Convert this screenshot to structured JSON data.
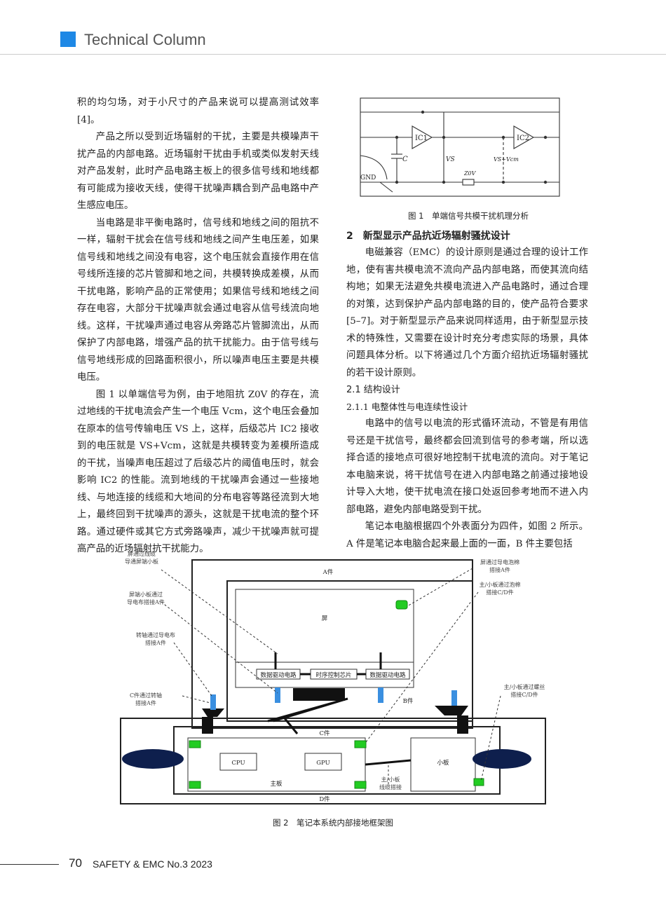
{
  "header": {
    "title": "Technical Column"
  },
  "left_column": {
    "p1": "积的均匀场，对于小尺寸的产品来说可以提高测试效率 [4]。",
    "p2": "产品之所以受到近场辐射的干扰，主要是共模噪声干扰产品的内部电路。近场辐射干扰由手机或类似发射天线对产品发射，此时产品电路主板上的很多信号线和地线都有可能成为接收天线，使得干扰噪声耦合到产品电路中产生感应电压。",
    "p3": "当电路是非平衡电路时，信号线和地线之间的阻抗不一样，辐射干扰会在信号线和地线之间产生电压差，如果信号线和地线之间没有电容，这个电压就会直接作用在信号线所连接的芯片管脚和地之间，共模转换成差模，从而干扰电路，影响产品的正常使用；如果信号线和地线之间存在电容，大部分干扰噪声就会通过电容从信号线流向地线。这样，干扰噪声通过电容从旁路芯片管脚流出，从而保护了内部电路，增强产品的抗干扰能力。由于信号线与信号地线形成的回路面积很小，所以噪声电压主要是共模电压。",
    "p4": "图 1 以单端信号为例，由于地阻抗 Z0V 的存在，流过地线的干扰电流会产生一个电压 Vcm，这个电压会叠加在原本的信号传输电压 VS 上，这样，后级芯片 IC2 接收到的电压就是 VS+Vcm，这就是共模转变为差模所造成的干扰，当噪声电压超过了后级芯片的阈值电压时，就会影响 IC2 的性能。流到地线的干扰噪声会通过一些接地线、与地连接的线缆和大地间的分布电容等路径流到大地上，最终回到干扰噪声的源头，这就是干扰电流的整个环路。通过硬件或其它方式旁路噪声，减少干扰噪声就可提高产品的近场辐射抗干扰能力。"
  },
  "right_column": {
    "section_heading": "2　新型显示产品抗近场辐射骚扰设计",
    "p1": "电磁兼容（EMC）的设计原则是通过合理的设计工作地，使有害共模电流不流向产品内部电路，而使其流向结构地；如果无法避免共模电流进入产品电路时，通过合理的对策，达到保护产品内部电路的目的，使产品符合要求 [5–7]。对于新型显示产品来说同样适用，由于新型显示技术的特殊性，又需要在设计时充分考虑实际的场景，具体问题具体分析。以下将通过几个方面介绍抗近场辐射骚扰的若干设计原则。",
    "sub_heading": "2.1  结构设计",
    "sub_sub_heading": "2.1.1  电整体性与电连续性设计",
    "p2": "电路中的信号以电流的形式循环流动，不管是有用信号还是干扰信号，最终都会回流到信号的参考端，所以选择合适的接地点可很好地控制干扰电流的流向。对于笔记本电脑来说，将干扰信号在进入内部电路之前通过接地设计导入大地，使干扰电流在接口处返回参考地而不进入内部电路，避免内部电路受到干扰。",
    "p3": "笔记本电脑根据四个外表面分为四件，如图 2 所示。A 件是笔记本电脑合起来最上面的一面，B 件主要包括"
  },
  "figure1": {
    "caption": "图 1　单端信号共模干扰机理分析",
    "labels": {
      "ic1": "IC1",
      "ic2": "IC2",
      "c": "C",
      "vs": "VS",
      "vsvcm": "VS+Vcm",
      "z0v": "Z0V",
      "gnd": "GND"
    }
  },
  "figure2": {
    "caption": "图 2　笔记本系统内部接地框架图",
    "labels": {
      "a_part": "A件",
      "screen": "屏",
      "data_drv_left": "数据驱动电路",
      "tcon": "时序控制芯片",
      "data_drv_right": "数据驱动电路",
      "b_part": "B件",
      "c_part": "C件",
      "d_part": "D件",
      "cpu": "CPU",
      "gpu": "GPU",
      "mainboard": "主板",
      "small_board": "小板",
      "ann_cable_1": "屏通过线缆",
      "ann_cable_2": "导通屏端小板",
      "ann_cloth_1": "屏端小板通过",
      "ann_cloth_2": "导电布搭接A件",
      "ann_hinge_1": "转轴通过导电布",
      "ann_hinge_2": "搭接A件",
      "ann_c_1": "C件通过转轴",
      "ann_c_2": "搭接A件",
      "ann_foam_1": "屏通过导电泡棉",
      "ann_foam_2": "搭接A件",
      "ann_board_foam_1": "主/小板通过泡棉",
      "ann_board_foam_2": "搭接C/D件",
      "ann_screw_1": "主/小板通过螺丝",
      "ann_screw_2": "搭接C/D件",
      "ann_link_1": "主/小板",
      "ann_link_2": "线缆搭接"
    }
  },
  "footer": {
    "page_number": "70",
    "journal": "SAFETY & EMC  No.3 2023"
  },
  "colors": {
    "accent": "#1e88e5",
    "ground_pad": "#22cc22",
    "hinge_blue": "#3a8fe0",
    "hinge_dark": "#0e1f4d"
  }
}
